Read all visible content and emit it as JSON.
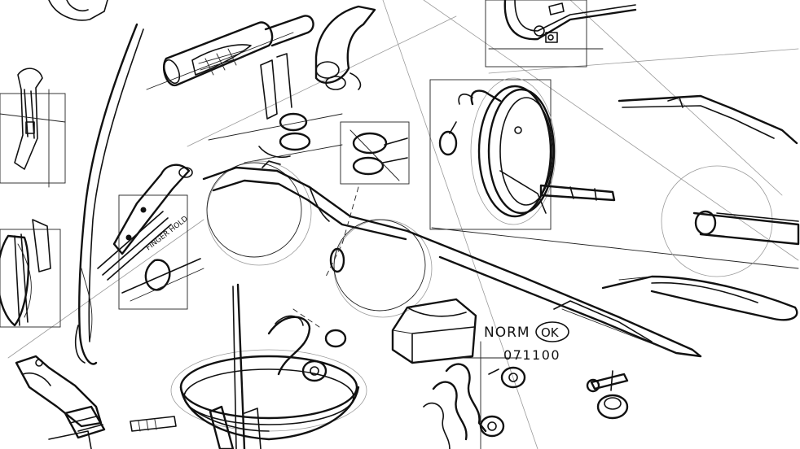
{
  "notes": {
    "approval": "NORM",
    "ok_mark": "OK",
    "date": "071100",
    "finger_hold": "FINGER HOLD"
  },
  "colors": {
    "paper": "#ffffff",
    "ink": "#111111",
    "construction": "#9a9a9a"
  }
}
